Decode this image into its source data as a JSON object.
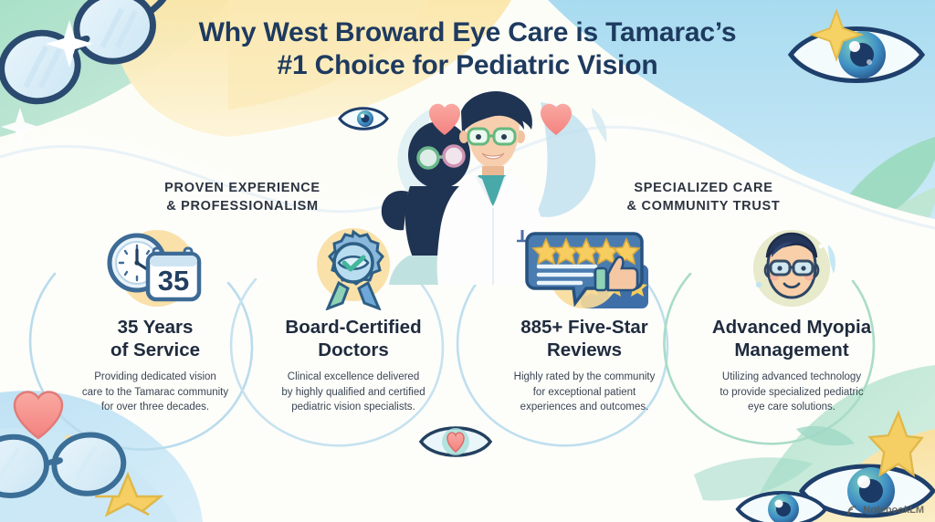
{
  "title": {
    "line1": "Why West Broward Eye Care is Tamarac’s",
    "line2": "#1 Choice for Pediatric Vision"
  },
  "sections": [
    {
      "name": "proven-experience",
      "line1": "PROVEN EXPERIENCE",
      "line2": "& PROFESSIONALISM"
    },
    {
      "name": "specialized-care",
      "line1": "SPECIALIZED CARE",
      "line2": "& COMMUNITY TRUST"
    }
  ],
  "cards": [
    {
      "icon": "clock-calendar-icon",
      "calendar_number": "35",
      "title_line1": "35 Years",
      "title_line2": "of Service",
      "desc_line1": "Providing dedicated vision",
      "desc_line2": "care to the Tamarac community",
      "desc_line3": "for over three decades."
    },
    {
      "icon": "award-ribbon-eye-check-icon",
      "title_line1": "Board-Certified",
      "title_line2": "Doctors",
      "desc_line1": "Clinical excellence delivered",
      "desc_line2": "by highly qualified and certified",
      "desc_line3": "pediatric vision specialists."
    },
    {
      "icon": "review-bubble-stars-thumbsup-icon",
      "stars": 5,
      "title_line1": "885+ Five-Star",
      "title_line2": "Reviews",
      "desc_line1": "Highly rated by the community",
      "desc_line2": "for exceptional patient",
      "desc_line3": "experiences and outcomes."
    },
    {
      "icon": "child-with-glasses-icon",
      "title_line1": "Advanced Myopia",
      "title_line2": "Management",
      "desc_line1": "Utilizing advanced technology",
      "desc_line2": "to provide specialized pediatric",
      "desc_line3": "eye care solutions."
    }
  ],
  "watermark": {
    "label": "NotebookLM",
    "icon": "notebooklm-logo-icon"
  },
  "decorations": [
    "eyeglasses-top-left-icon",
    "sparkle-four-point-top-left-icon",
    "sparkle-four-point-lower-left-icon",
    "large-eye-top-right-icon",
    "star-top-right-icon",
    "heart-bottom-left-icon",
    "eyeglasses-bottom-left-icon",
    "star-bottom-left-icon",
    "crescent-bottom-left-icon",
    "eye-with-heart-bottom-center-icon",
    "eye-bottom-right-icon",
    "eye-bottom-right-small-icon",
    "star-bottom-right-icon",
    "doctor-and-child-illustration",
    "heart-left-center-icon",
    "heart-right-center-icon",
    "eye-mid-left-icon"
  ],
  "colors": {
    "title": "#1e3a5f",
    "card_title": "#1f2b3d",
    "section_head": "#2c3440",
    "body_text": "#3b4654",
    "accent_blue": "#8fc3e0",
    "accent_yellow": "#f6d37a",
    "accent_green": "#a8ddc8",
    "accent_mint": "#8fd6c0",
    "heart_pink": "#f79a96",
    "star_yellow": "#f5cf63",
    "page_bg": "#fdfdf8"
  }
}
